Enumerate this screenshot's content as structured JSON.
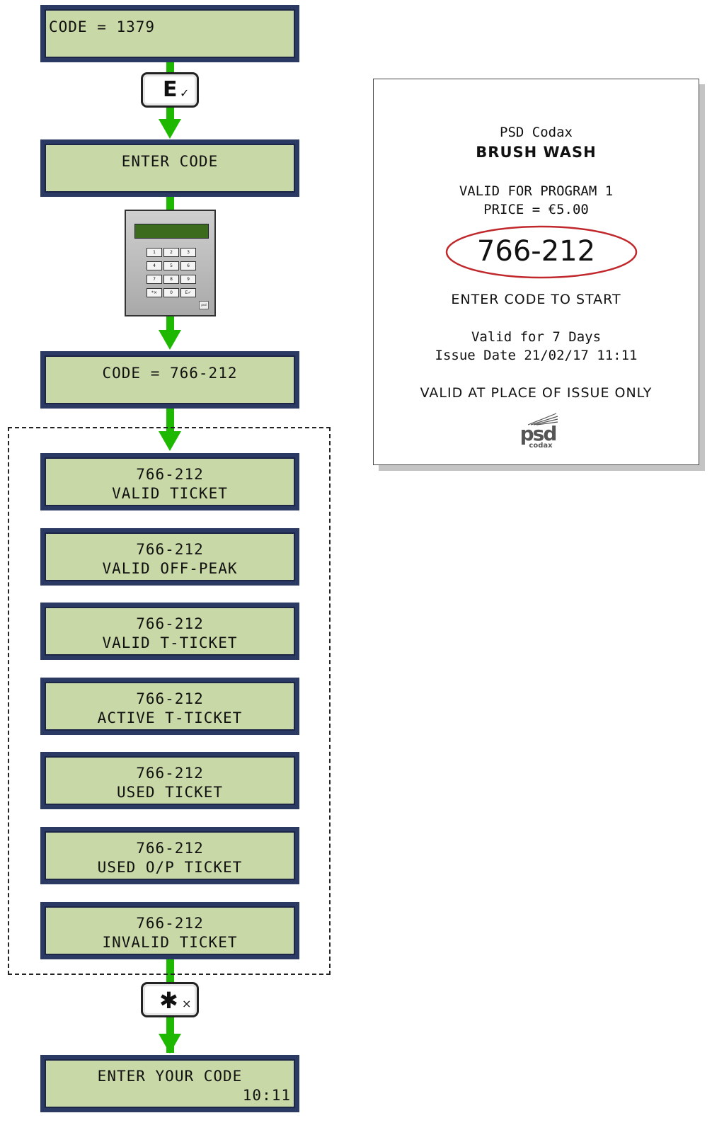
{
  "displays": {
    "first": "CODE = 1379",
    "enter_code": "ENTER CODE",
    "code_entered": "CODE = 766-212",
    "final_line1": "ENTER YOUR CODE",
    "final_time": "10:11"
  },
  "keys": {
    "enter": {
      "glyph": "E",
      "sub": "✓"
    },
    "star": {
      "glyph": "✱",
      "sub": "×"
    }
  },
  "keypad": {
    "keys": [
      "1",
      "2",
      "3",
      "4",
      "5",
      "6",
      "7",
      "8",
      "9",
      "*×",
      "0",
      "E✓"
    ],
    "brand": "psd"
  },
  "results": [
    {
      "code": "766-212",
      "status": "VALID TICKET"
    },
    {
      "code": "766-212",
      "status": "VALID OFF-PEAK"
    },
    {
      "code": "766-212",
      "status": "VALID T-TICKET"
    },
    {
      "code": "766-212",
      "status": "ACTIVE T-TICKET"
    },
    {
      "code": "766-212",
      "status": "USED TICKET"
    },
    {
      "code": "766-212",
      "status": "USED O/P TICKET"
    },
    {
      "code": "766-212",
      "status": "INVALID TICKET"
    }
  ],
  "receipt": {
    "company": "PSD Codax",
    "product": "BRUSH WASH",
    "program": "VALID FOR PROGRAM 1",
    "price": "PRICE = €5.00",
    "code": "766-212",
    "instruction": "ENTER CODE TO START",
    "validity": "Valid for 7 Days",
    "issue": "Issue Date 21/02/17 11:11",
    "restriction": "VALID AT PLACE OF ISSUE ONLY",
    "logo_word": "psd",
    "logo_sub": "codax"
  },
  "colors": {
    "lcd_bg": "#c8d8a6",
    "lcd_border": "#2b3a63",
    "arrow": "#1fb800",
    "oval": "#c0282c"
  }
}
